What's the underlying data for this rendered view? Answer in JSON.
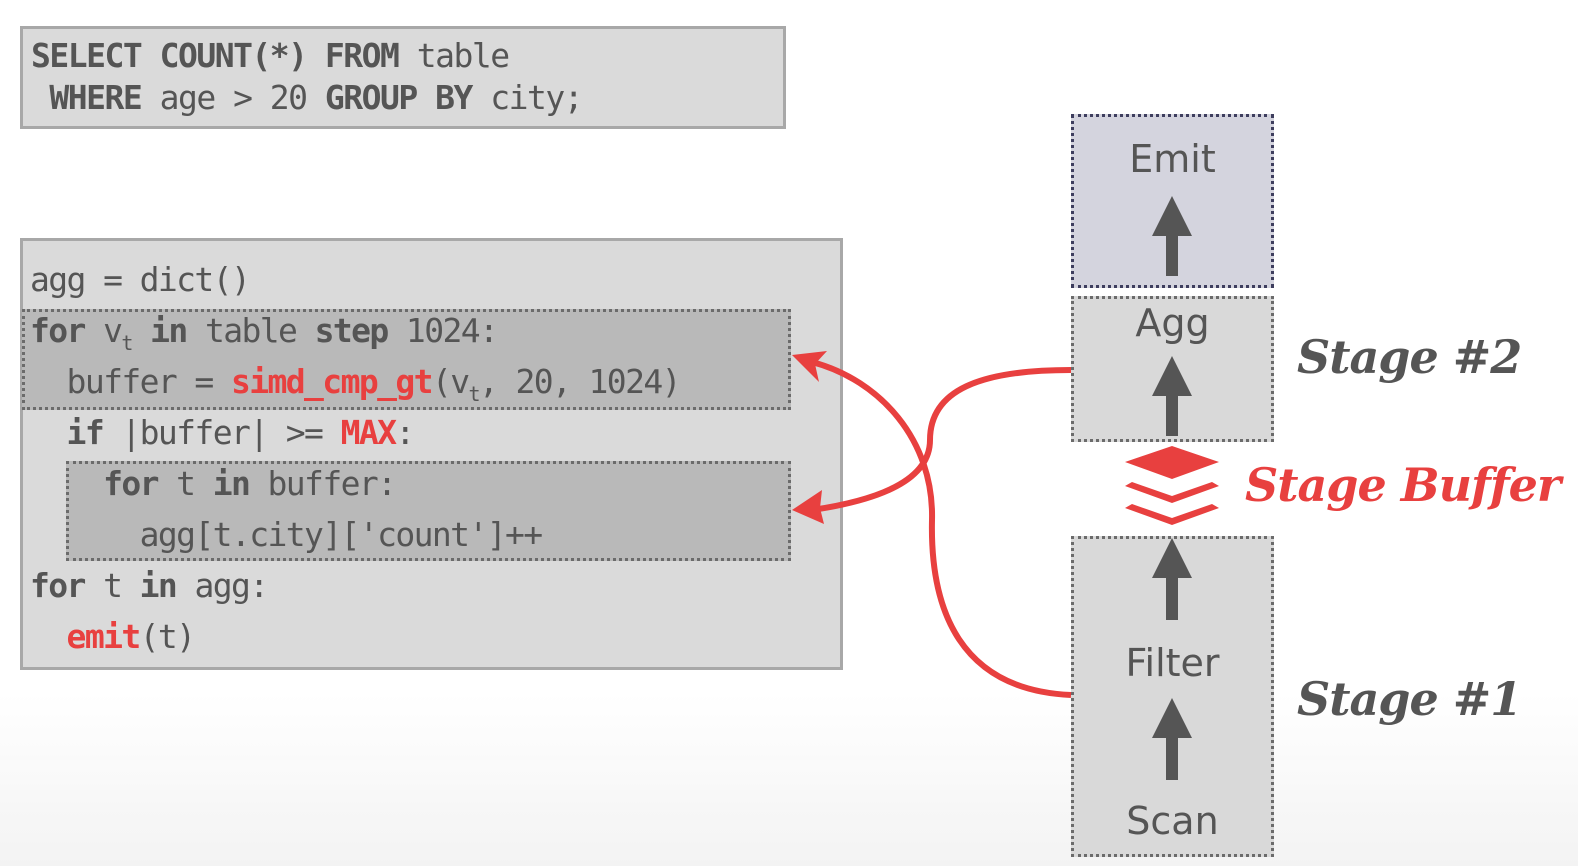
{
  "sql": {
    "l1": [
      "SELECT",
      "COUNT(*)",
      "FROM",
      "table"
    ],
    "l2": [
      "WHERE",
      "age > 20",
      "GROUP BY",
      "city;"
    ]
  },
  "code": {
    "l1": "agg = dict()",
    "l2": {
      "for": "for",
      "v": "v",
      "sub": "t",
      "in": "in",
      "table": "table",
      "step": "step",
      "n": "1024:"
    },
    "l3": {
      "a": "buffer = ",
      "fn": "simd_cmp_gt",
      "b": "(v",
      "sub": "t",
      "c": ", 20, 1024)"
    },
    "l4": {
      "if": "if",
      "mid": " |buffer| >= ",
      "max": "MAX",
      ":": ":"
    },
    "l5": {
      "for": "for",
      "t": " t ",
      "in": "in",
      "rest": " buffer:"
    },
    "l6": "agg[t.city]['count']++",
    "l7": {
      "for": "for",
      "t": " t ",
      "in": "in",
      "rest": " agg:"
    },
    "l8": {
      "fn": "emit",
      "rest": "(t)"
    }
  },
  "pipeline": {
    "emit": "Emit",
    "agg": "Agg",
    "filter": "Filter",
    "scan": "Scan"
  },
  "labels": {
    "stage2": "Stage #2",
    "buffer": "Stage Buffer",
    "stage1": "Stage #1"
  },
  "colors": {
    "accent": "#e8403f",
    "text": "#555555"
  }
}
